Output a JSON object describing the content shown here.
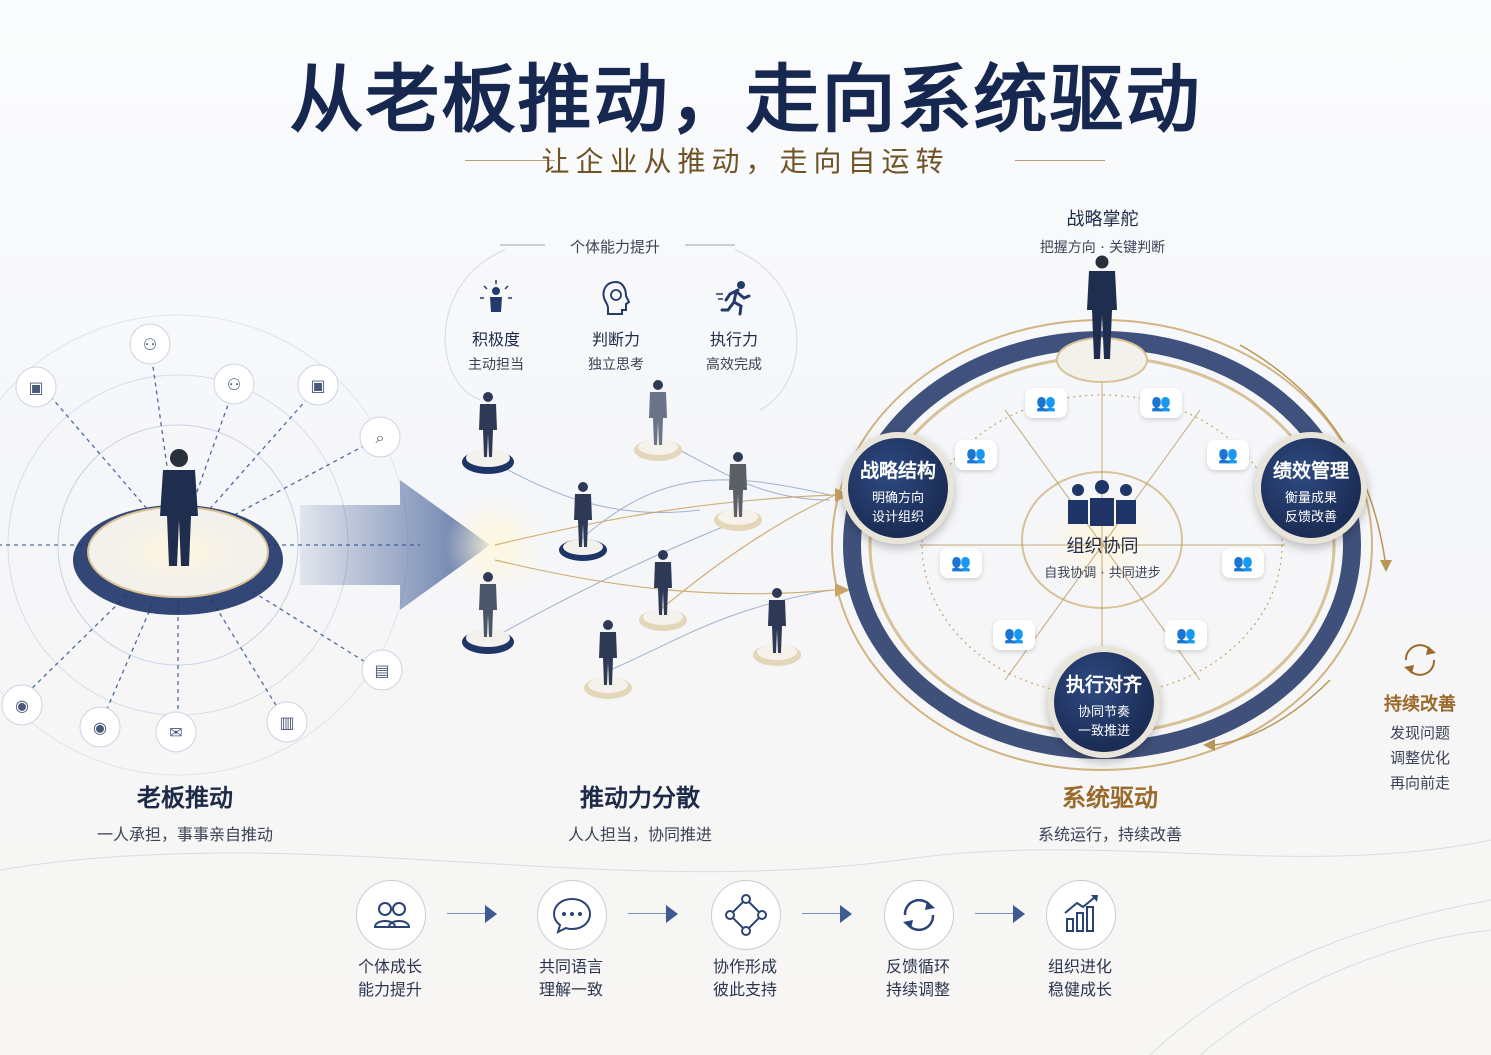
{
  "header": {
    "title": "从老板推动，走向系统驱动",
    "subtitle": "让企业从推动，走向自运转"
  },
  "stages": {
    "left": {
      "title": "老板推动",
      "subtitle": "一人承担，事事亲自推动"
    },
    "middle": {
      "title": "推动力分散",
      "subtitle": "人人担当，协同推进"
    },
    "right": {
      "title": "系统驱动",
      "subtitle": "系统运行，持续改善"
    }
  },
  "individual": {
    "heading": "个体能力提升",
    "items": [
      {
        "icon": "person-rays-icon",
        "title": "积极度",
        "desc": "主动担当"
      },
      {
        "icon": "head-bulb-icon",
        "title": "判断力",
        "desc": "独立思考"
      },
      {
        "icon": "running-person-icon",
        "title": "执行力",
        "desc": "高效完成"
      }
    ]
  },
  "system": {
    "top": {
      "title": "战略掌舵",
      "desc": "把握方向 · 关键判断"
    },
    "left": {
      "title": "战略结构",
      "line1": "明确方向",
      "line2": "设计组织"
    },
    "right": {
      "title": "绩效管理",
      "line1": "衡量成果",
      "line2": "反馈改善"
    },
    "bottom": {
      "title": "执行对齐",
      "line1": "协同节奏",
      "line2": "一致推进"
    },
    "center": {
      "title": "组织协同",
      "desc": "自我协调 · 共同进步"
    }
  },
  "continuous": {
    "title": "持续改善",
    "lines": [
      "发现问题",
      "调整优化",
      "再向前走"
    ]
  },
  "bottom_flow": [
    {
      "icon": "people-icon",
      "title": "个体成长",
      "desc": "能力提升"
    },
    {
      "icon": "chat-bubble-icon",
      "title": "共同语言",
      "desc": "理解一致"
    },
    {
      "icon": "network-icon",
      "title": "协作形成",
      "desc": "彼此支持"
    },
    {
      "icon": "refresh-cycle-icon",
      "title": "反馈循环",
      "desc": "持续调整"
    },
    {
      "icon": "growth-chart-icon",
      "title": "组织进化",
      "desc": "稳健成长"
    }
  ],
  "colors": {
    "navy": "#1b2d55",
    "gold": "#b08a4e",
    "text": "#2b3550"
  }
}
